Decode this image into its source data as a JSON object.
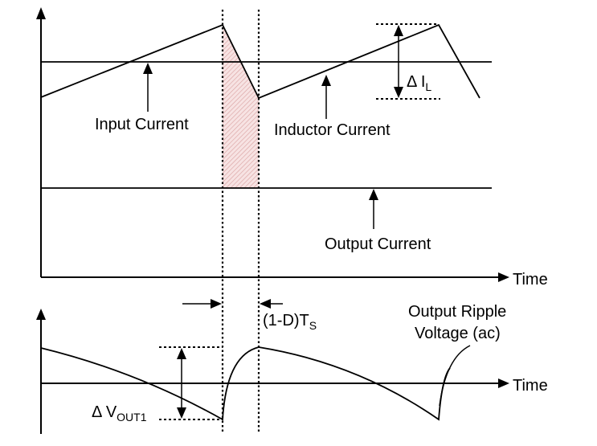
{
  "labels": {
    "time_top": "Time",
    "time_bottom": "Time",
    "input_current": "Input Current",
    "inductor_current": "Inductor Current",
    "output_current": "Output Current",
    "delta_il_symbol": "Δ I",
    "delta_il_sub": "L",
    "off_time_main": "(1-D)T",
    "off_time_sub": "S",
    "output_ripple_line1": "Output Ripple",
    "output_ripple_line2": "Voltage (ac)",
    "delta_vout_symbol": "Δ V",
    "delta_vout_sub": "OUT1"
  },
  "colors": {
    "line": "#000000",
    "hatch_fill": "#f7e3e3",
    "hatch_line": "#d9a0a0"
  }
}
